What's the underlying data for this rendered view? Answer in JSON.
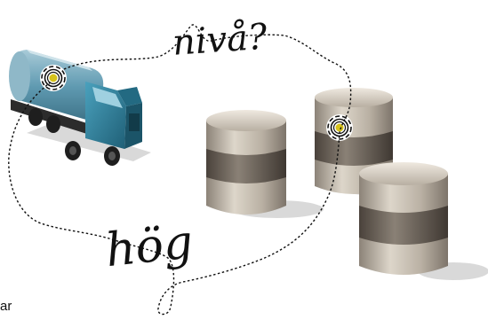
{
  "labels": {
    "top_word": "nivå?",
    "bottom_word": "hög",
    "edge_fragment": "ar"
  },
  "colors": {
    "truck_cab": "#2e7f99",
    "truck_tank": "#6fa8bd",
    "tank_light": "#c9c2b6",
    "tank_dark": "#6a6158",
    "sensor_ring": "#111111",
    "sensor_core": "#d6c21c",
    "path_line": "#111111",
    "shadow": "#d9d9d9"
  },
  "icons": [
    "tanker-truck",
    "sensor-icon",
    "storage-tank"
  ]
}
